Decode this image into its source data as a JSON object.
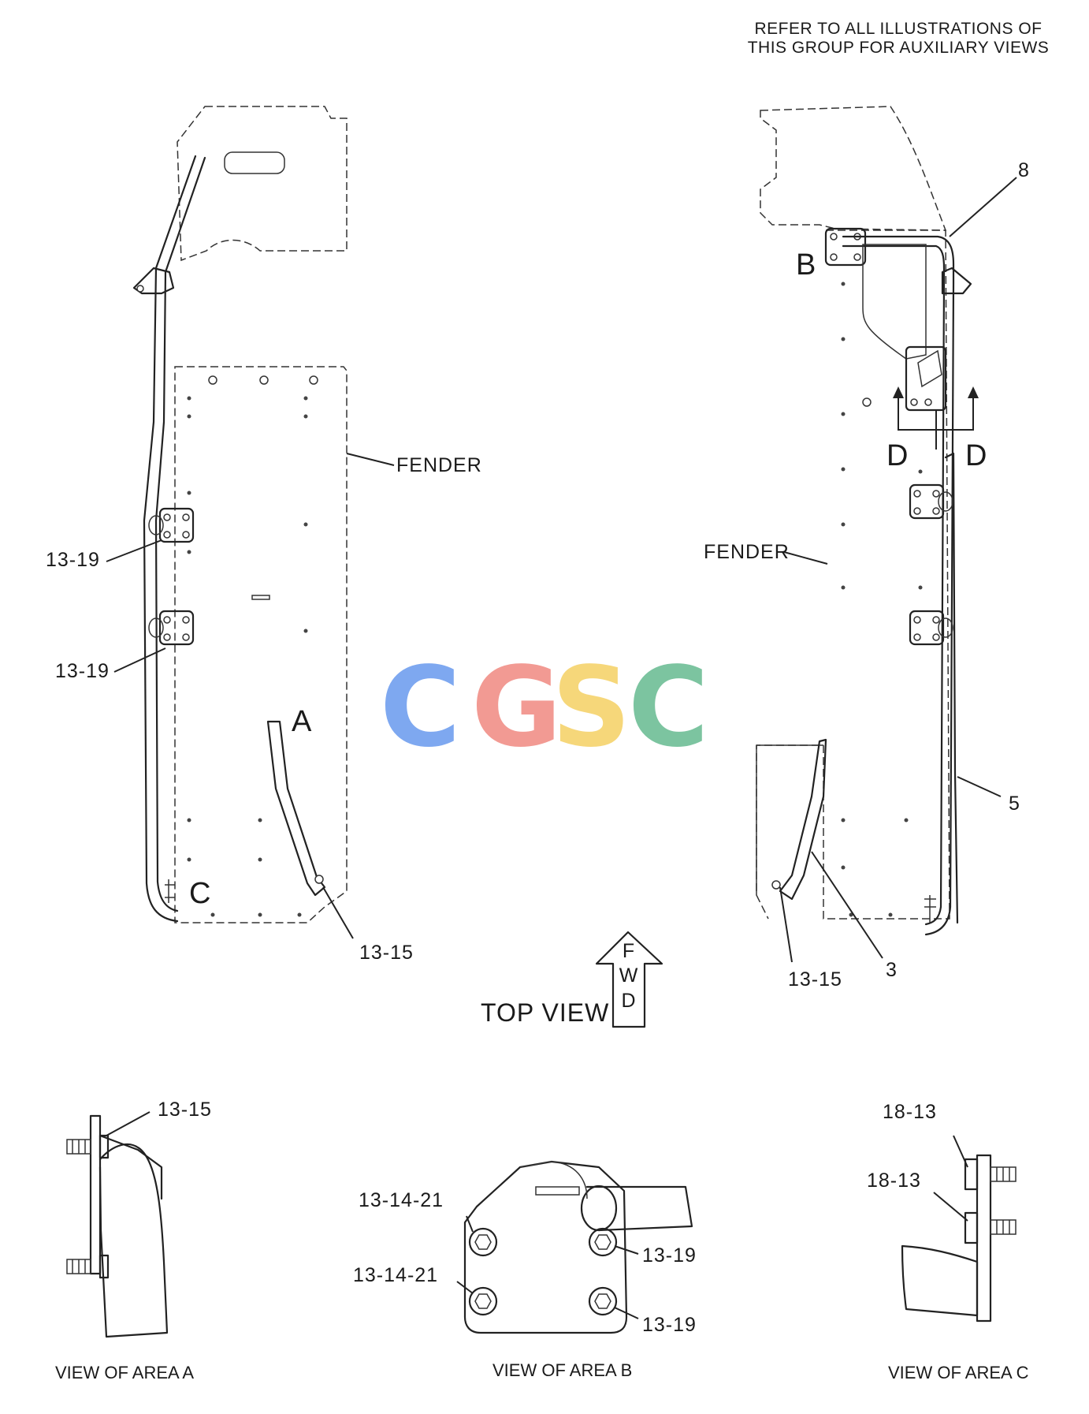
{
  "note": {
    "line1": "REFER TO ALL ILLUSTRATIONS OF",
    "line2": "THIS GROUP FOR AUXILIARY VIEWS"
  },
  "left_view": {
    "fender_label": "FENDER",
    "callouts": [
      "13-19",
      "13-19",
      "13-15"
    ],
    "area_letters": [
      "A",
      "C"
    ]
  },
  "right_view": {
    "fender_label": "FENDER",
    "callouts": [
      "8",
      "5",
      "3",
      "13-15"
    ],
    "area_letters": [
      "B",
      "D",
      "D"
    ]
  },
  "top_view_title": "TOP VIEW",
  "fwd_arrow": [
    "F",
    "W",
    "D"
  ],
  "watermark": {
    "text": "CGSC",
    "colors": [
      "#7ea8f0",
      "#f29a93",
      "#f6d77a",
      "#7cc4a0"
    ]
  },
  "area_a": {
    "caption": "VIEW OF AREA A",
    "callouts": [
      "13-15"
    ]
  },
  "area_b": {
    "caption": "VIEW OF AREA B",
    "callouts": [
      "13-14-21",
      "13-14-21",
      "13-19",
      "13-19"
    ]
  },
  "area_c": {
    "caption": "VIEW OF AREA C",
    "callouts": [
      "18-13",
      "18-13"
    ]
  }
}
